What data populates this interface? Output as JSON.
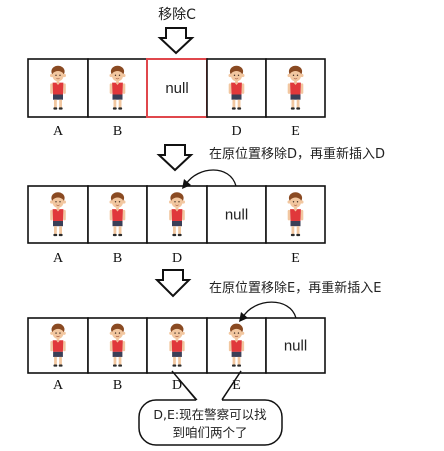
{
  "top_label": "移除C",
  "step2_label": "在原位置移除D，再重新插入D",
  "step3_label": "在原位置移除E，再重新插入E",
  "callout_text_line1": "D,E:现在警察可以找",
  "callout_text_line2": "到咱们两个了",
  "null_text": "null",
  "rows": [
    {
      "cells": [
        {
          "type": "person",
          "label": "A"
        },
        {
          "type": "person",
          "label": "B"
        },
        {
          "type": "null",
          "label": "",
          "highlight": true
        },
        {
          "type": "person",
          "label": "D"
        },
        {
          "type": "person",
          "label": "E"
        }
      ]
    },
    {
      "cells": [
        {
          "type": "person",
          "label": "A"
        },
        {
          "type": "person",
          "label": "B"
        },
        {
          "type": "person",
          "label": "D"
        },
        {
          "type": "null",
          "label": ""
        },
        {
          "type": "person",
          "label": "E"
        }
      ]
    },
    {
      "cells": [
        {
          "type": "person",
          "label": "A"
        },
        {
          "type": "person",
          "label": "B"
        },
        {
          "type": "person",
          "label": "D"
        },
        {
          "type": "person",
          "label": "E"
        },
        {
          "type": "null",
          "label": ""
        }
      ]
    }
  ],
  "colors": {
    "highlight_border": "#e0474c",
    "shirt": "#e0383b",
    "hair": "#8a4a22",
    "skin": "#f2c7a0",
    "shorts": "#3a3f57"
  }
}
